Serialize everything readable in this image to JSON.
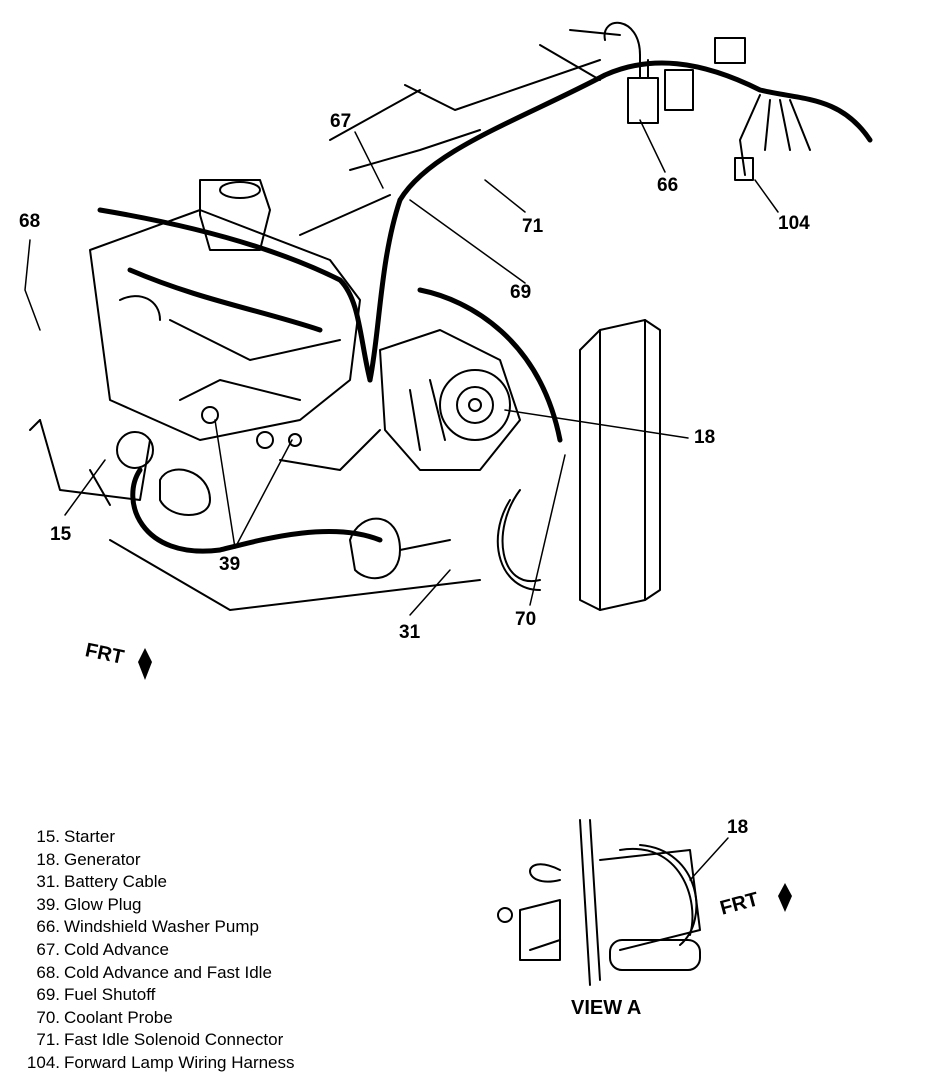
{
  "callouts": {
    "c67": "67",
    "c68": "68",
    "c66": "66",
    "c71": "71",
    "c104": "104",
    "c69": "69",
    "c18_main": "18",
    "c15": "15",
    "c39": "39",
    "c31": "31",
    "c70": "70",
    "c18_view": "18"
  },
  "frt_main": "FRT",
  "frt_view": "FRT",
  "view_label": "VIEW A",
  "legend": [
    {
      "num": "15.",
      "text": "Starter"
    },
    {
      "num": "18.",
      "text": "Generator"
    },
    {
      "num": "31.",
      "text": "Battery Cable"
    },
    {
      "num": "39.",
      "text": "Glow Plug"
    },
    {
      "num": "66.",
      "text": "Windshield Washer Pump"
    },
    {
      "num": "67.",
      "text": "Cold Advance"
    },
    {
      "num": "68.",
      "text": "Cold Advance and Fast Idle"
    },
    {
      "num": "69.",
      "text": "Fuel Shutoff"
    },
    {
      "num": "70.",
      "text": "Coolant Probe"
    },
    {
      "num": "71.",
      "text": "Fast Idle Solenoid Connector"
    },
    {
      "num": "104.",
      "text": "Forward Lamp Wiring Harness"
    }
  ]
}
